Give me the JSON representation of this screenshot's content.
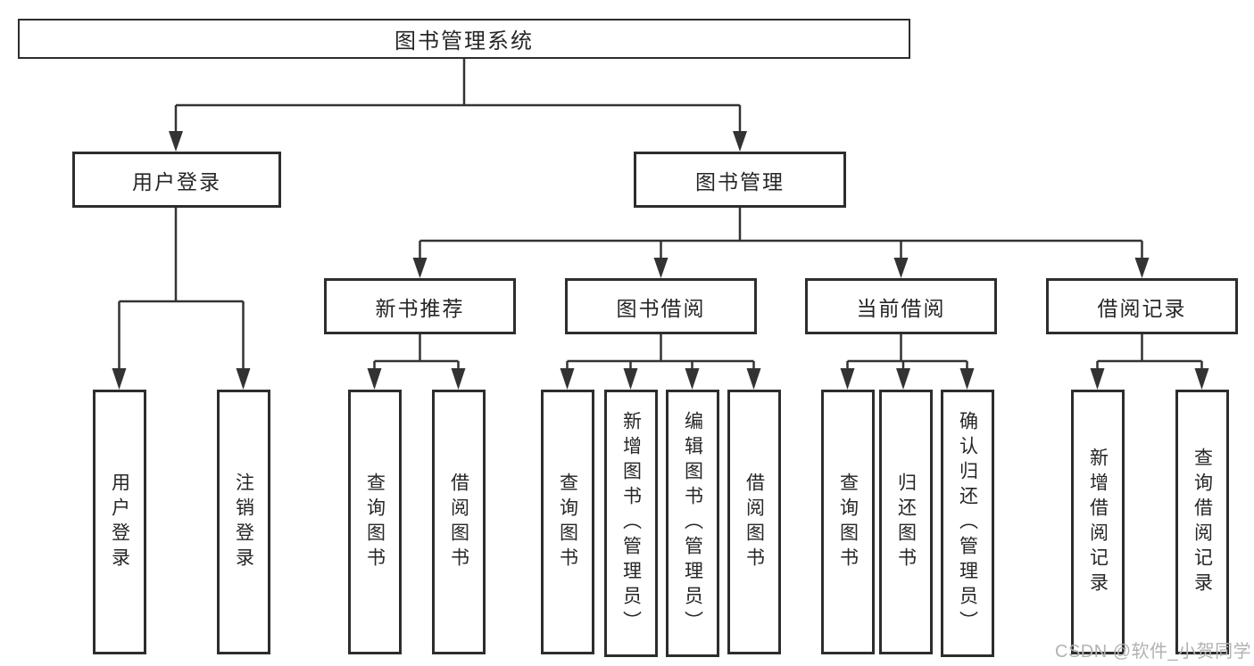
{
  "diagram": {
    "title": "图书管理系统",
    "root": {
      "label": "图书管理系统"
    },
    "branches": {
      "userLogin": {
        "label": "用户登录"
      },
      "bookManagement": {
        "label": "图书管理"
      }
    },
    "modules": {
      "newBookRecommend": {
        "label": "新书推荐"
      },
      "bookBorrow": {
        "label": "图书借阅"
      },
      "currentBorrow": {
        "label": "当前借阅"
      },
      "borrowRecords": {
        "label": "借阅记录"
      }
    },
    "leaves": {
      "userLogin": {
        "label": "用户登录"
      },
      "logoutLogin": {
        "label": "注销登录"
      },
      "queryBooksRecommend": {
        "label": "查询图书"
      },
      "borrowBooksRecommend": {
        "label": "借阅图书"
      },
      "queryBooksBorrow": {
        "label": "查询图书"
      },
      "addBookAdmin": {
        "label": "新增图书（管理员）"
      },
      "editBookAdmin": {
        "label": "编辑图书（管理员）"
      },
      "borrowBooksBorrow": {
        "label": "借阅图书"
      },
      "queryBooksCurrent": {
        "label": "查询图书"
      },
      "returnBook": {
        "label": "归还图书"
      },
      "confirmReturnAdmin": {
        "label": "确认归还（管理员）"
      },
      "addBorrowRecord": {
        "label": "新增借阅记录"
      },
      "queryBorrowRecord": {
        "label": "查询借阅记录"
      }
    }
  },
  "watermark": {
    "text": "CSDN @软件_小贺同学"
  },
  "colors": {
    "line": "#333333",
    "border": "#2d2d2d",
    "text": "#262626",
    "background": "#ffffff",
    "watermark": "#b2b2b2"
  }
}
